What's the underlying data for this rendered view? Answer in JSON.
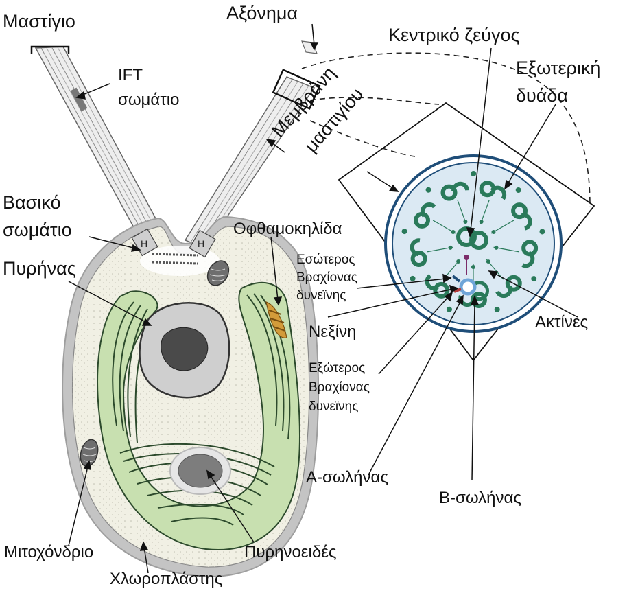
{
  "labels": {
    "flagellum": "Μαστίγιο",
    "axoneme": "Αξόνημα",
    "central_pair": "Κεντρικό ζεύγος",
    "outer_doublet_1": "Εξωτερική",
    "outer_doublet_2": "δυάδα",
    "ift_1": "IFT",
    "ift_2": "σωμάτιο",
    "membrane_1": "Μεμβράνη",
    "membrane_2": "μαστιγίου",
    "basal_body_1": "Βασικό",
    "basal_body_2": "σωμάτιο",
    "eyespot": "Οφθαμοκηλίδα",
    "nucleus": "Πυρήνας",
    "inner_dynein_1": "Εσώτερος",
    "inner_dynein_2": "Βραχίονας",
    "inner_dynein_3": "δυνεϊνης",
    "nexin": "Νεξίνη",
    "spokes": "Ακτίνες",
    "outer_dynein_1": "Εξώτερος",
    "outer_dynein_2": "Βραχίονας",
    "outer_dynein_3": "δυνεϊνης",
    "a_tubule": "A-σωλήνας",
    "b_tubule": "B-σωλήνας",
    "mitochondrion": "Μιτοχόνδριο",
    "pyrenoid": "Πυρηνοειδές",
    "chloroplast": "Χλωροπλάστης"
  },
  "colors": {
    "cell_wall": "#b9b9b9",
    "cytoplasm": "#f1f0e4",
    "chloroplast_fill": "#c8e0b0",
    "thylakoid": "#2c4a2c",
    "nucleus_outer": "#cfcfcf",
    "nucleolus": "#4a4a4a",
    "axoneme_ring": "#1f4e79",
    "axoneme_fill": "#dbe9f3",
    "doublet": "#2a7a5a",
    "eyespot": "#d39b3a"
  }
}
